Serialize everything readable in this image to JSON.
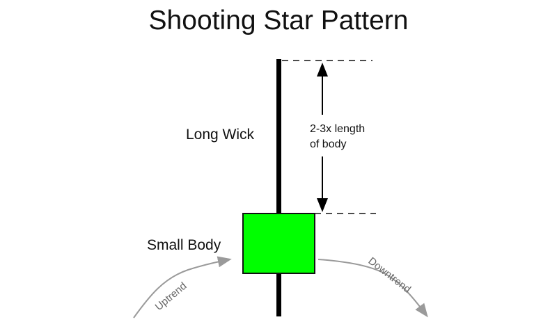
{
  "title": "Shooting Star Pattern",
  "labels": {
    "long_wick": "Long Wick",
    "small_body": "Small Body",
    "measure_line1": "2-3x length",
    "measure_line2": "of body",
    "uptrend": "Uptrend",
    "downtrend": "Downtrend"
  },
  "colors": {
    "body_fill": "#00ff00",
    "wick": "#000000",
    "trend_arrow": "#9a9a9a"
  }
}
